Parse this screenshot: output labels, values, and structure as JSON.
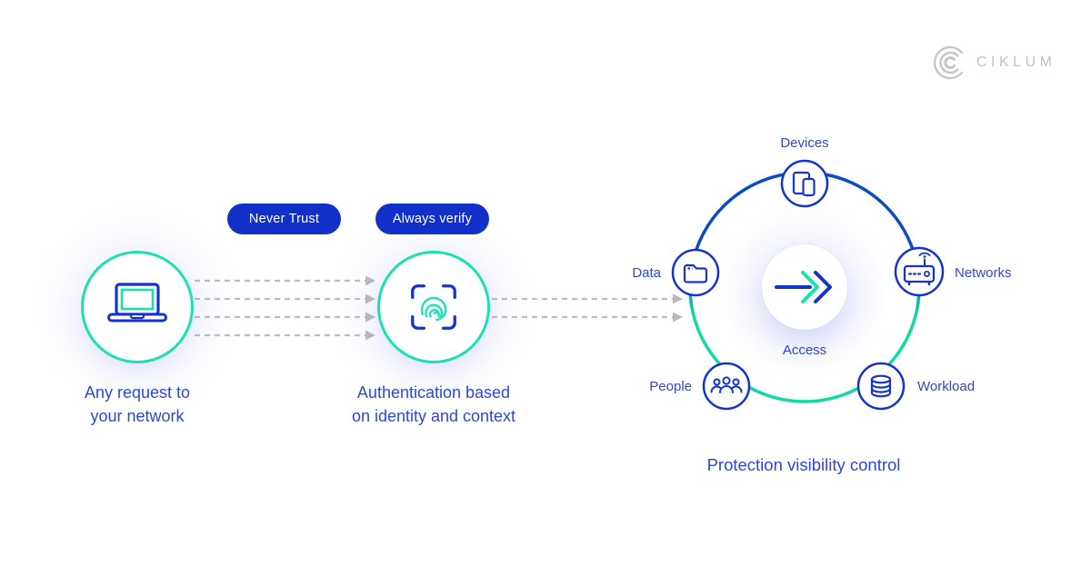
{
  "logo": {
    "brand": "CIKLUM"
  },
  "badges": {
    "never_trust": "Never Trust",
    "always_verify": "Always verify"
  },
  "request_node": {
    "line1": "Any request to",
    "line2": "your network"
  },
  "auth_node": {
    "line1": "Authentication based",
    "line2": "on identity and context"
  },
  "ring": {
    "center_label": "Access",
    "caption": "Protection visibility control",
    "nodes": [
      {
        "id": "devices",
        "label": "Devices"
      },
      {
        "id": "data",
        "label": "Data"
      },
      {
        "id": "networks",
        "label": "Networks"
      },
      {
        "id": "people",
        "label": "People"
      },
      {
        "id": "workload",
        "label": "Workload"
      }
    ]
  },
  "colors": {
    "teal": "#1de0b2",
    "icon_blue": "#1535c8",
    "ring_blue": "#0a4cc2",
    "ring_teal": "#10d9a4",
    "text_blue": "#2c49cf",
    "badge_bg": "#1130c8",
    "dash_gray": "#bdbdbd",
    "logo_gray": "#c2c2c2"
  }
}
